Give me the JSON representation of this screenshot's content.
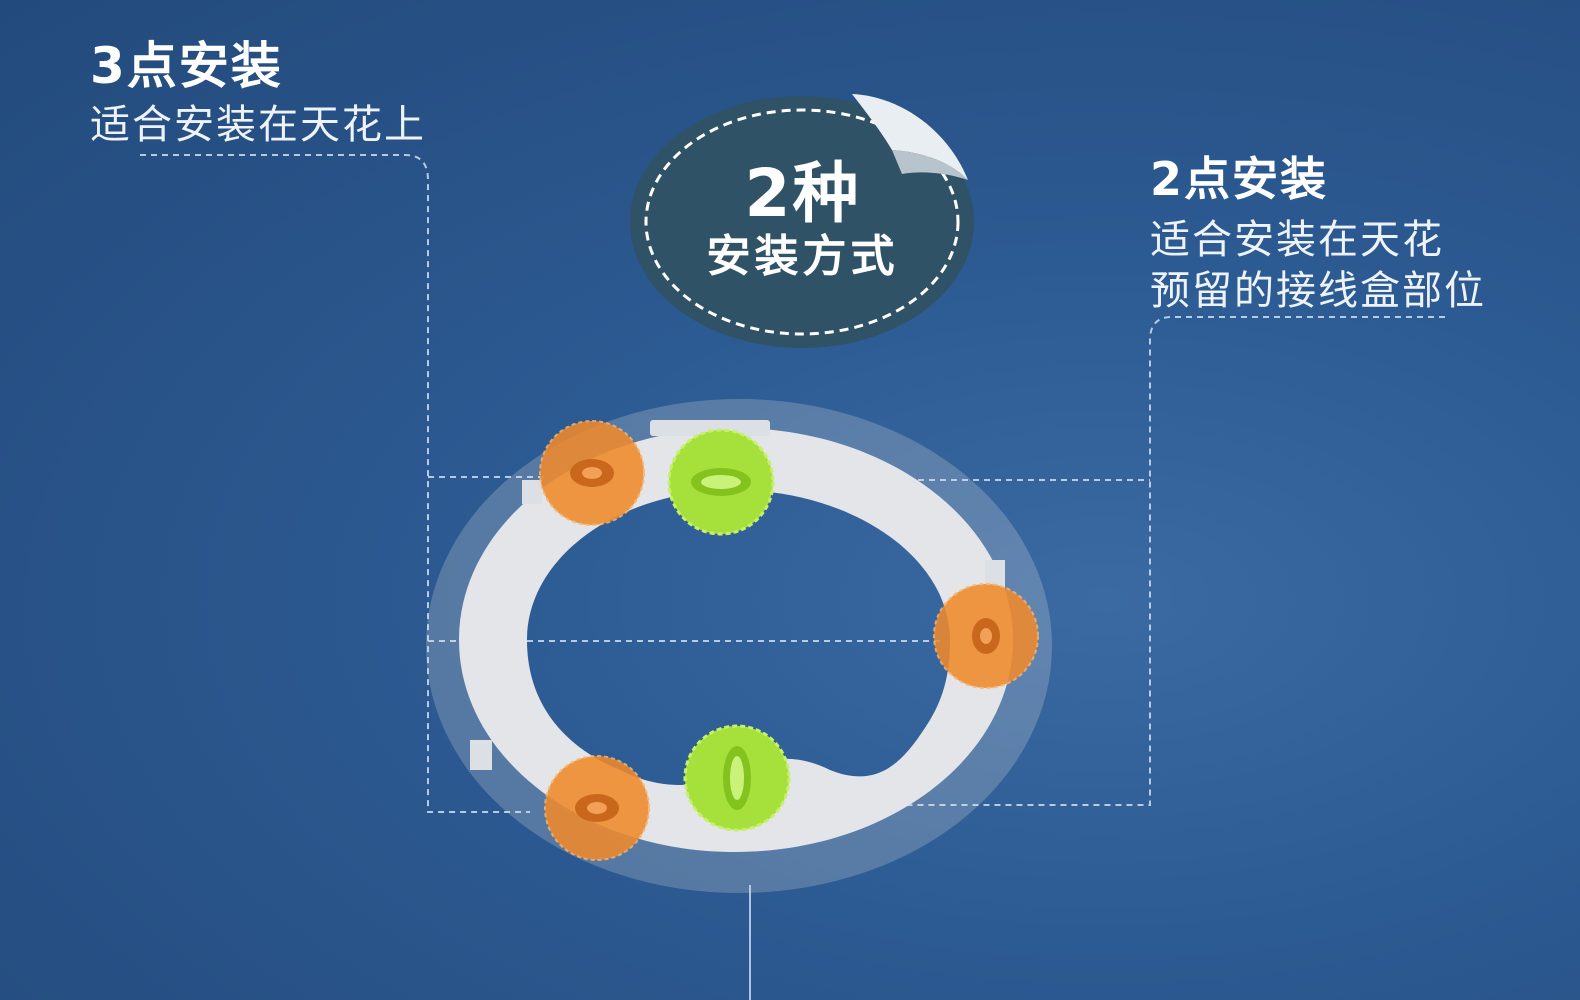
{
  "left_option": {
    "title": "3点安装",
    "description": "适合安装在天花上"
  },
  "right_option": {
    "title": "2点安装",
    "description_line1": "适合安装在天花",
    "description_line2": "预留的接线盒部位"
  },
  "badge": {
    "line1": "2种",
    "line2": "安装方式"
  },
  "colors": {
    "background": "#2c5a92",
    "badge_fill": "#2f5266",
    "bracket": "#e4e6e9",
    "three_point_marker": "#f08a2c",
    "two_point_marker": "#a6e03a"
  },
  "icons": {
    "three_point_marker": "orange-mount-point",
    "two_point_marker": "green-mount-point",
    "bracket": "ring-mounting-plate"
  }
}
